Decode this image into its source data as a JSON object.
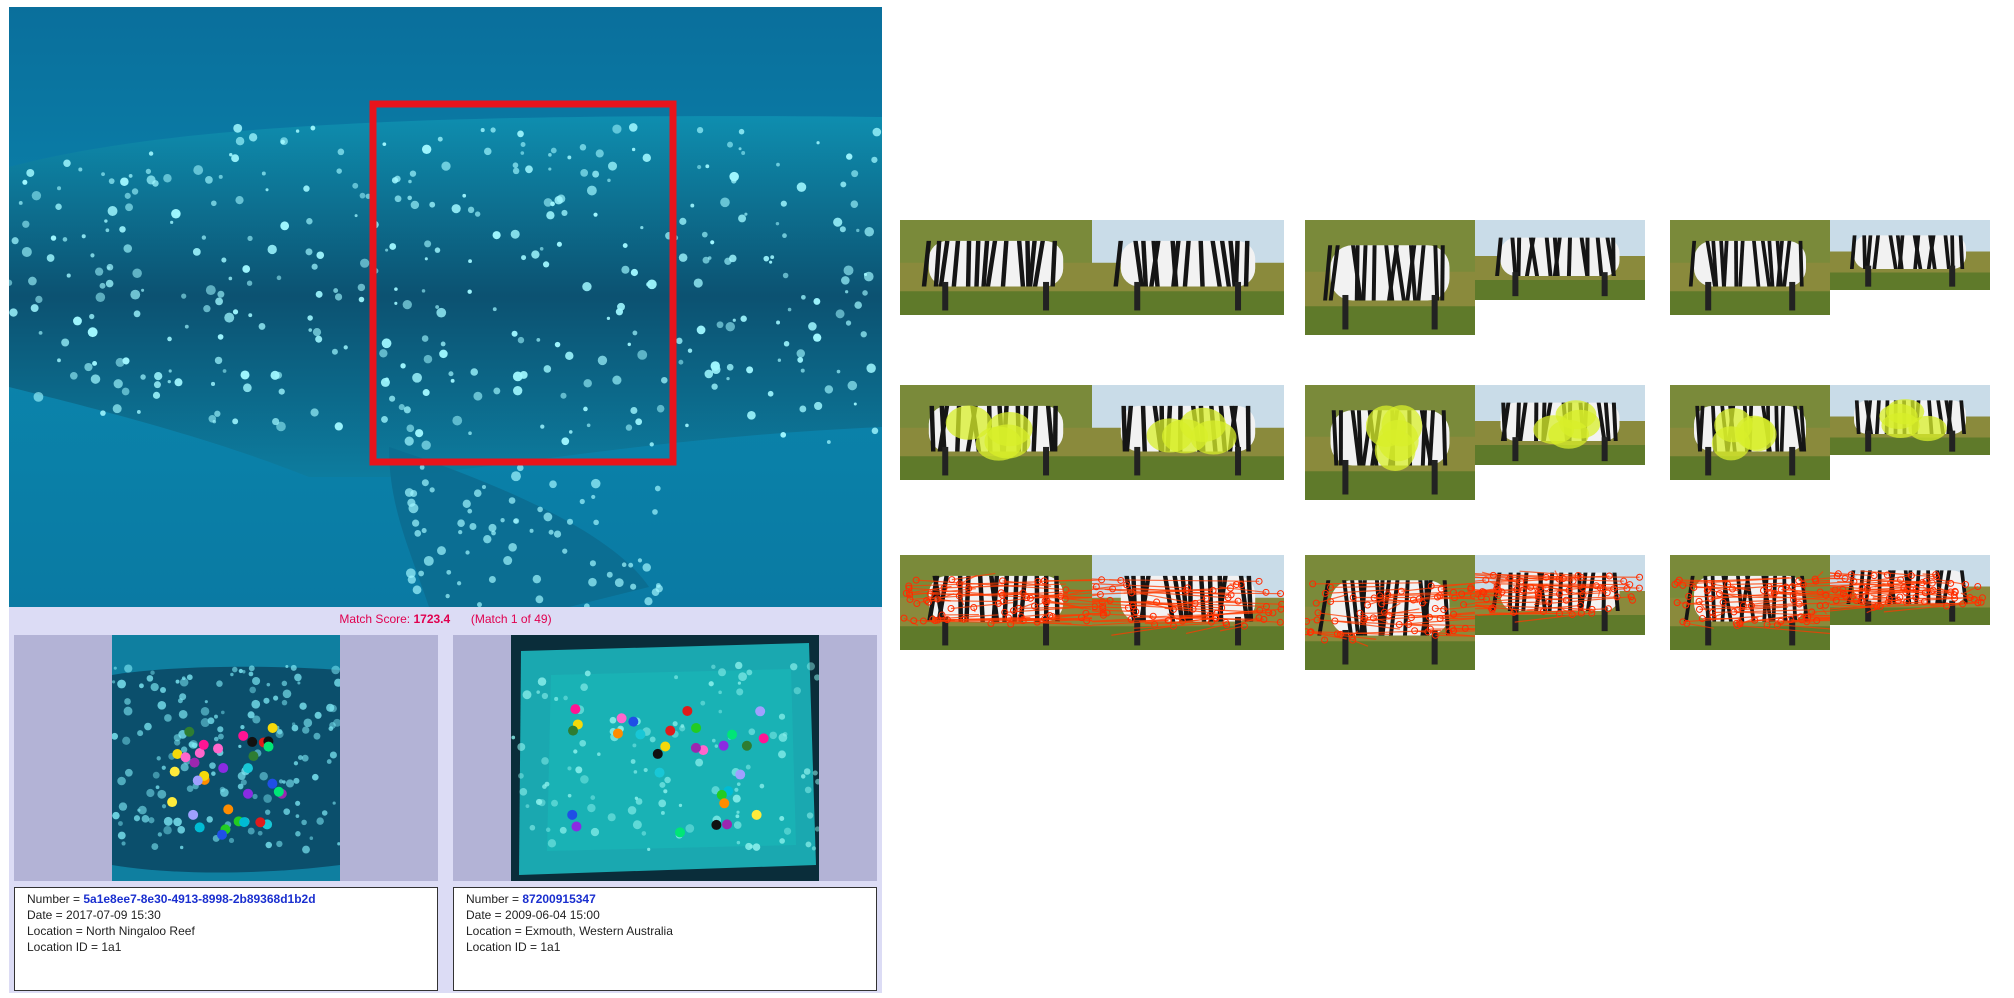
{
  "match": {
    "score_label": "Match Score:",
    "score_value": "1723.4",
    "match_text": "(Match 1 of 49)"
  },
  "candidates": [
    {
      "number_label": "Number = ",
      "number_value": "5a1e8ee7-8e30-4913-8998-2b89368d1b2d",
      "date": "Date = 2017-07-09 15:30",
      "location": "Location = North Ningaloo Reef",
      "location_id": "Location ID = 1a1"
    },
    {
      "number_label": "Number = ",
      "number_value": "87200915347",
      "date": "Date = 2009-06-04 15:00",
      "location": "Location = Exmouth, Western Australia",
      "location_id": "Location ID = 1a1"
    }
  ],
  "colors": {
    "selection_box": "#e8141c",
    "match_score_text": "#e0004f",
    "number_link": "#1a2fcf",
    "panel_bg": "#dcdcf5",
    "ocean": "#0a7fa8",
    "feature_highlight": "#d8ef2a",
    "match_lines": "#ff3b00"
  },
  "zebra_rows": [
    "original-pairs",
    "feature-regions",
    "keypoint-matches"
  ],
  "spot_colors": [
    "#f5d90a",
    "#ff66cc",
    "#18c7d6",
    "#22cc22",
    "#e01b1b",
    "#1f4fe6",
    "#8a2be2",
    "#ff8c00",
    "#111111",
    "#9c27b0",
    "#00e676",
    "#ff1493",
    "#2e7d32",
    "#a0a0ff",
    "#ffeb3b",
    "#00bcd4"
  ]
}
